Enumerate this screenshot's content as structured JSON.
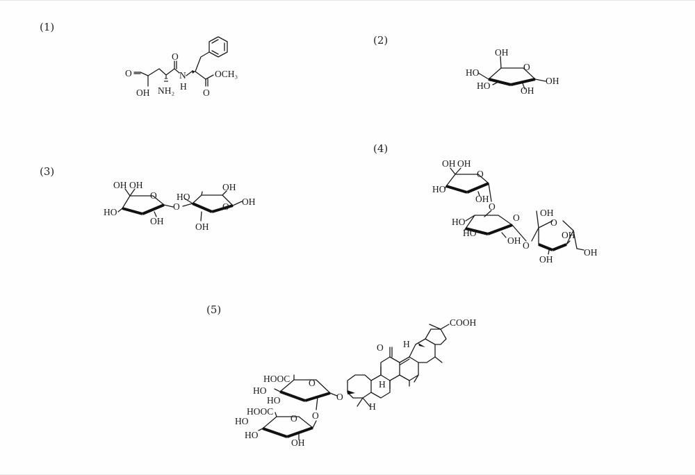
{
  "labels": [
    "(1)",
    "(2)",
    "(3)",
    "(4)",
    "(5)"
  ],
  "molecule1": {
    "atoms": [
      "O",
      "OH",
      "NH₂",
      "O",
      "N",
      "H",
      "O",
      "OCH₃"
    ]
  },
  "molecule2": {
    "atoms": [
      "OH",
      "O",
      "HO",
      "HO",
      "OH",
      "OH"
    ]
  },
  "molecule3": {
    "atoms": [
      "OH",
      "OH",
      "O",
      "HO",
      "OH",
      "O",
      "HO",
      "OH",
      "O",
      "OH",
      "OH"
    ]
  },
  "molecule4": {
    "atoms": [
      "OH",
      "OH",
      "O",
      "HO",
      "OH",
      "O",
      "HO",
      "O",
      "HO",
      "OH",
      "O",
      "OH",
      "O",
      "OH",
      "OH",
      "OH"
    ]
  },
  "molecule5": {
    "atoms": [
      "COOH",
      "O",
      "H",
      "H",
      "H",
      "HOOC",
      "HO",
      "O",
      "O",
      "HO",
      "O",
      "HOOC",
      "HO",
      "O",
      "HO",
      "OH"
    ]
  },
  "colors": {
    "ink": "#1a1a1a",
    "background": "#fefefe"
  }
}
